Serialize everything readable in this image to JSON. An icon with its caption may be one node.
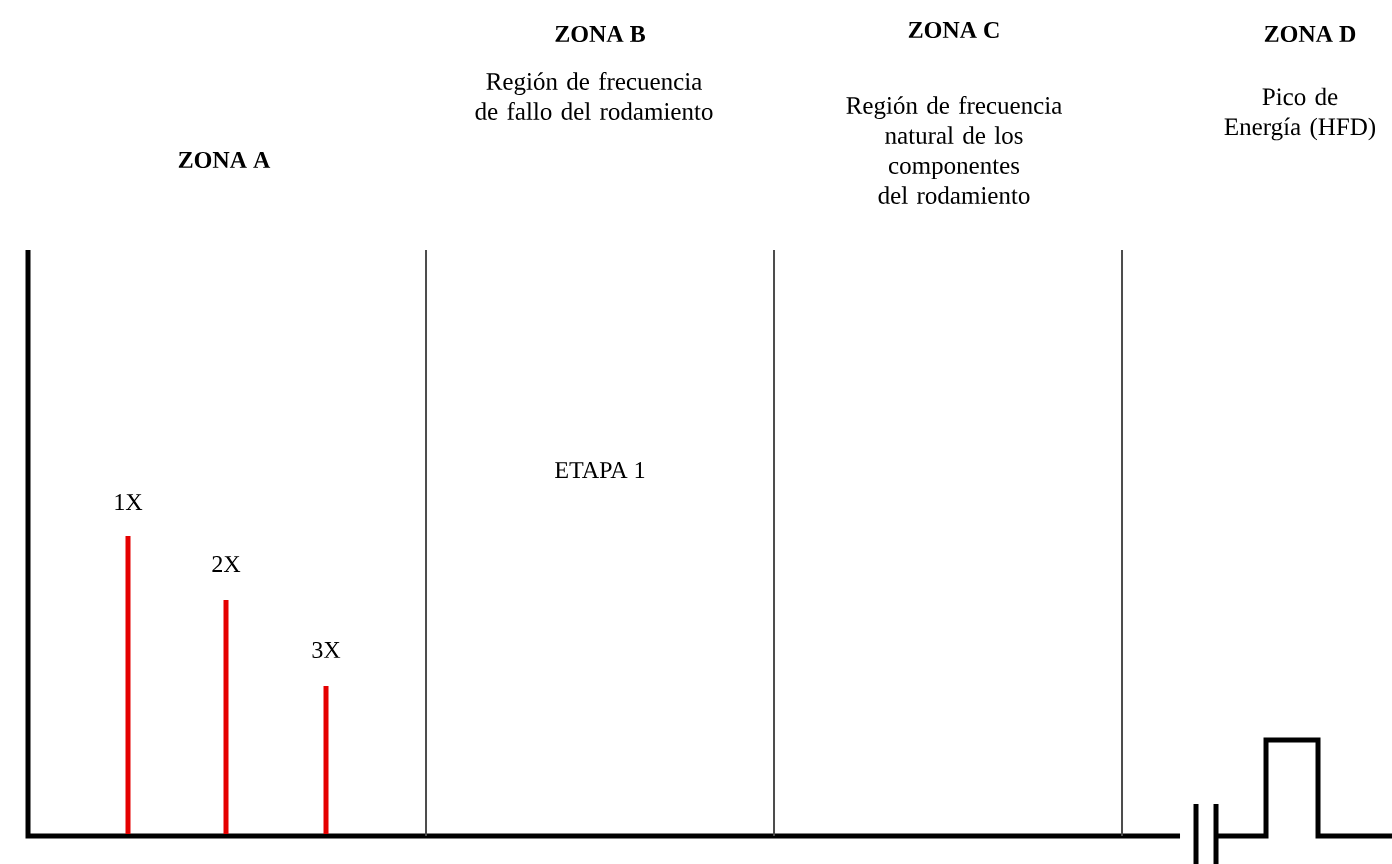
{
  "diagram": {
    "labels": [
      "ZONA B",
      "Región de frecuencia de fallo del rodamiento",
      "ZONA C",
      "Región de frecuencia natural de los componentes del rodamiento",
      "ZONA D",
      "Pico de Energía (HFD)",
      "ZONA A",
      "ETAPA 1",
      "1X",
      "2X",
      "3X"
    ]
  }
}
